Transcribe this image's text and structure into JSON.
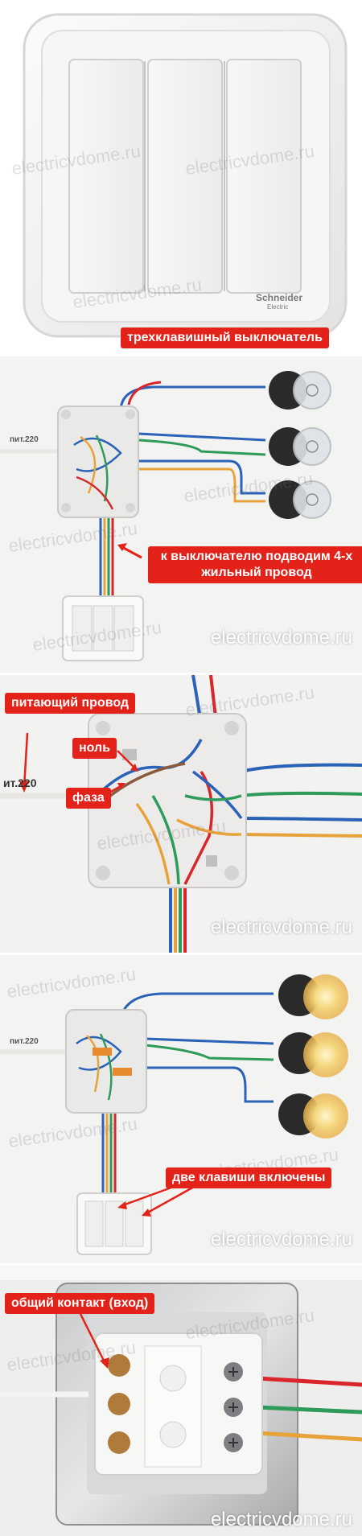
{
  "panels": {
    "switch_photo": {
      "label": "трехклавишный выключатель",
      "brand_name": "Schneider",
      "brand_sub": "Electric",
      "watermark": "electricvdome.ru"
    },
    "circuit_overview": {
      "label": "к выключателю подводим 4-х жильный провод",
      "site": "electricvdome.ru",
      "cable_text": "пит.220",
      "watermark": "electricvdome.ru"
    },
    "junction_box": {
      "label_power": "питающий провод",
      "label_neutral": "ноль",
      "label_phase": "фаза",
      "cable_text": "ит.220",
      "site": "electricvdome.ru",
      "watermark": "electricvdome.ru"
    },
    "two_keys_on": {
      "label": "две клавиши включены",
      "cable_text": "пит.220",
      "site": "electricvdome.ru",
      "watermark": "electricvdome.ru"
    },
    "switch_mechanism": {
      "label": "общий контакт (вход)",
      "site": "electricvdome.ru",
      "watermark": "electricvdome.ru"
    }
  },
  "colors": {
    "label_bg": "#e32219",
    "wire_blue": "#2a62b8",
    "wire_green": "#2e9b5b",
    "wire_orange": "#e8a23a",
    "wire_red": "#d9262a"
  }
}
